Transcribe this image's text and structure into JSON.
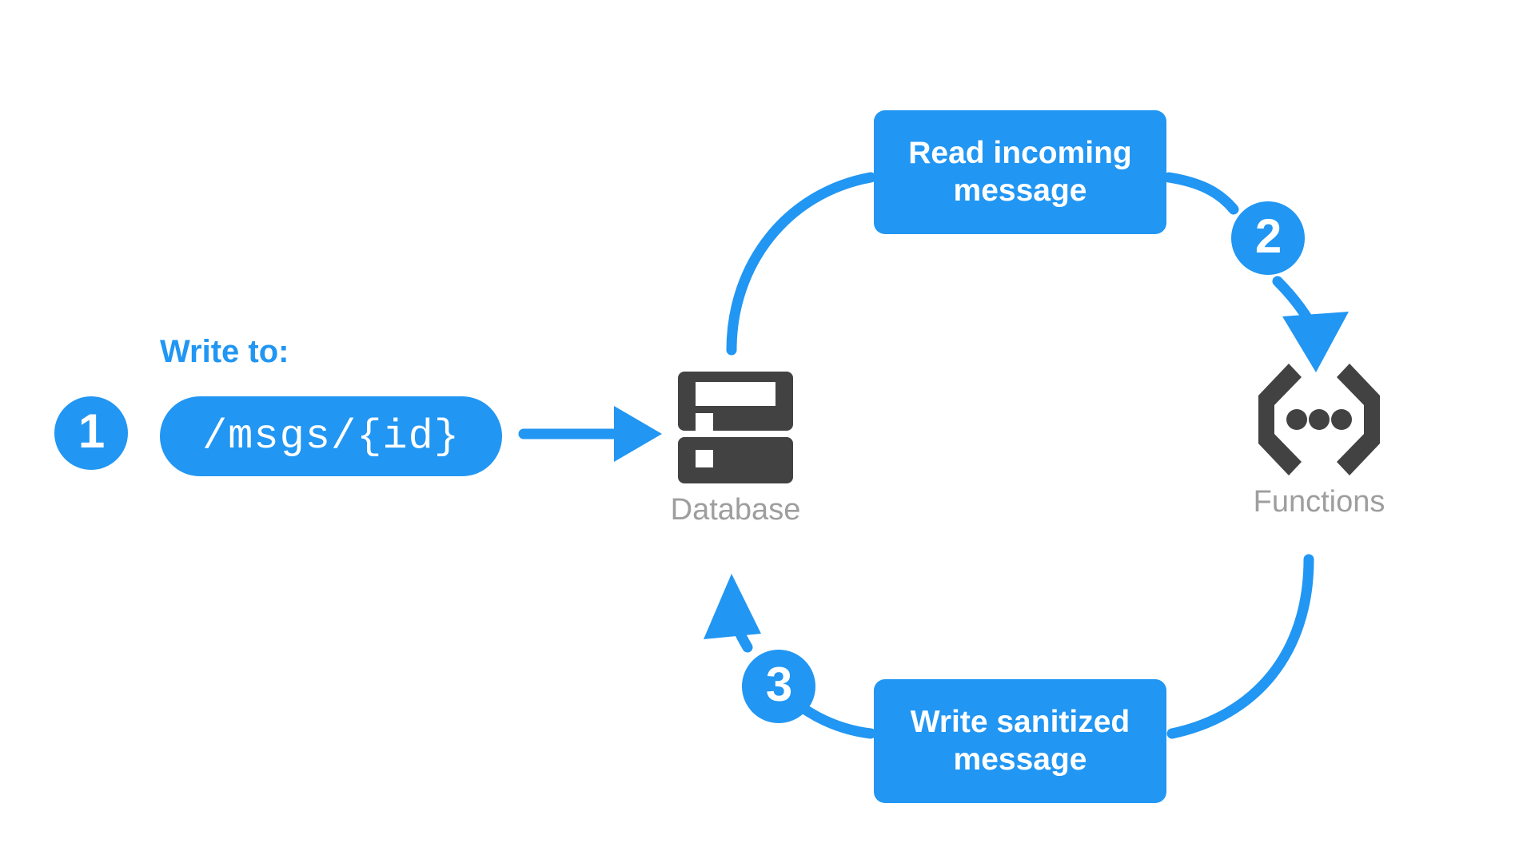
{
  "diagram": {
    "title": "Database write triggers Cloud Function which writes sanitized message",
    "background": "#ffffff",
    "accent_color": "#2196f3",
    "icon_color": "#424242",
    "label_color": "#9e9e9e"
  },
  "caption": {
    "write_to": "Write to:"
  },
  "path_pill": {
    "value": "/msgs/{id}"
  },
  "badges": [
    {
      "number": "1"
    },
    {
      "number": "2"
    },
    {
      "number": "3"
    }
  ],
  "boxes": [
    {
      "id": "read",
      "label": "Read incoming\nmessage"
    },
    {
      "id": "write",
      "label": "Write sanitized\nmessage"
    }
  ],
  "box_read_line1": "Read incoming",
  "box_read_line2": "message",
  "box_write_line1": "Write sanitized",
  "box_write_line2": "message",
  "nodes": [
    {
      "id": "database",
      "label": "Database",
      "icon": "database-server-icon"
    },
    {
      "id": "functions",
      "label": "Functions",
      "icon": "functions-braces-icon"
    }
  ],
  "node_database_label": "Database",
  "node_functions_label": "Functions",
  "connectors": [
    {
      "id": "pill-to-database",
      "from": "path-pill",
      "to": "database",
      "shape": "straight",
      "arrowhead": true
    },
    {
      "id": "database-to-read",
      "from": "database",
      "to": "read-incoming-message",
      "shape": "arc",
      "arrowhead": false
    },
    {
      "id": "read-to-functions",
      "from": "read-incoming-message",
      "to": "functions",
      "shape": "arc",
      "arrowhead": true,
      "badge": "2"
    },
    {
      "id": "functions-to-write",
      "from": "functions",
      "to": "write-sanitized-message",
      "shape": "arc",
      "arrowhead": false
    },
    {
      "id": "write-to-database",
      "from": "write-sanitized-message",
      "to": "database",
      "shape": "arc",
      "arrowhead": true,
      "badge": "3"
    }
  ]
}
